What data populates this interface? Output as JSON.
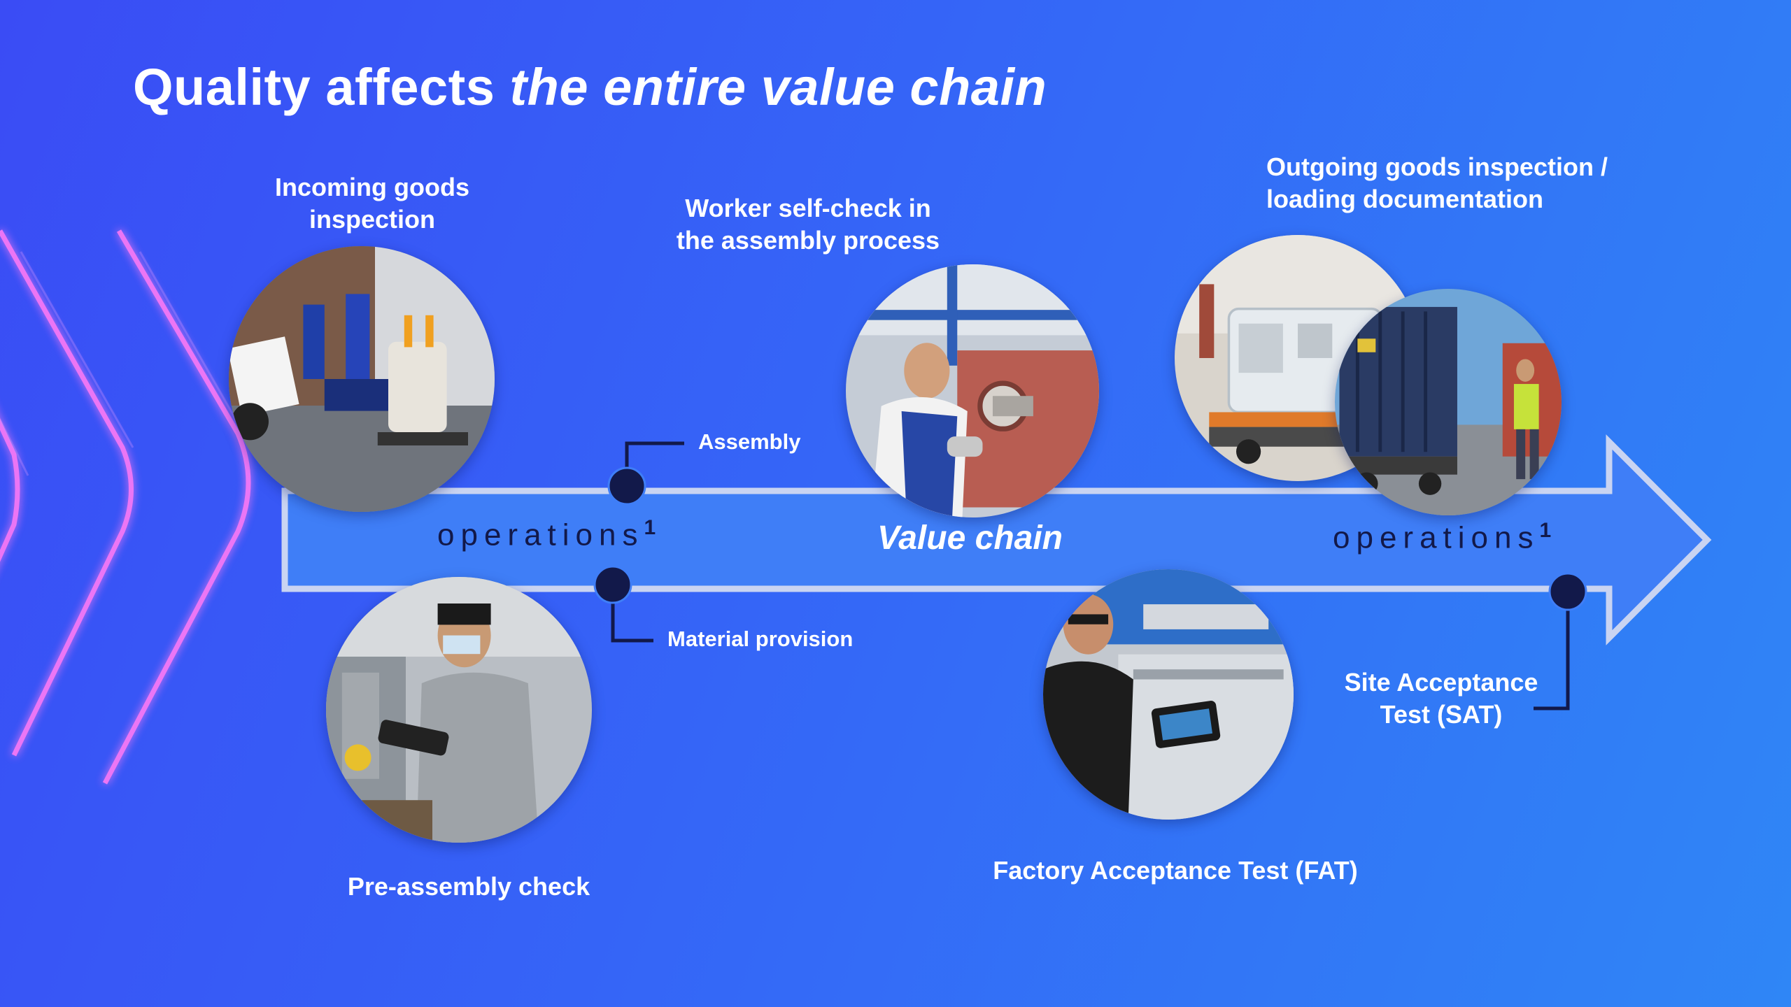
{
  "title": {
    "main": "Quality affects ",
    "emphasis": "the entire value chain"
  },
  "steps": {
    "incoming": "Incoming goods\ninspection",
    "worker": "Worker self-check in\nthe assembly process",
    "outgoing": "Outgoing goods inspection /\nloading documentation",
    "pre_assembly": "Pre-assembly check",
    "fat": "Factory Acceptance Test (FAT)",
    "sat": "Site Acceptance\nTest (SAT)"
  },
  "markers": {
    "assembly": "Assembly",
    "material": "Material provision"
  },
  "arrow": {
    "left_label": "operations",
    "left_footnote": "1",
    "center_label": "Value chain",
    "right_label": "operations",
    "right_footnote": "1"
  },
  "colors": {
    "navy": "#12194a",
    "arrow_fill": "#3f7ef7",
    "arrow_border": "#c9d4f2",
    "neon": "#ff6cf2"
  }
}
